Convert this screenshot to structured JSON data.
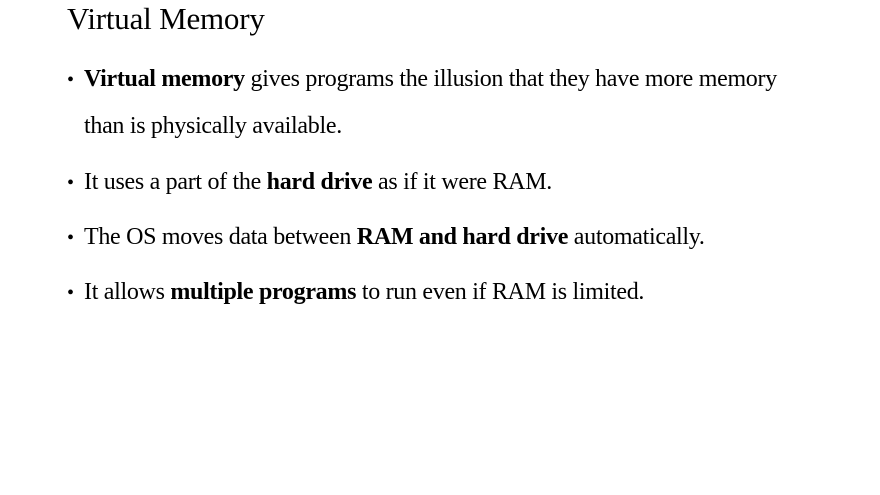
{
  "slide": {
    "title": "Virtual Memory",
    "bullet_glyph": "•",
    "bullets": [
      {
        "line1": {
          "b1": "Virtual memory",
          "t1": " gives programs the illusion that they have more memory"
        },
        "line2": "than is physically available."
      },
      {
        "t1": "It uses a part of the ",
        "b1": "hard drive",
        "t2": " as if it were RAM."
      },
      {
        "t1": "The OS moves data between ",
        "b1": "RAM and hard drive",
        "t2": " automatically."
      },
      {
        "t1": "It allows ",
        "b1": "multiple programs",
        "t2": " to run even if RAM is limited."
      }
    ]
  }
}
